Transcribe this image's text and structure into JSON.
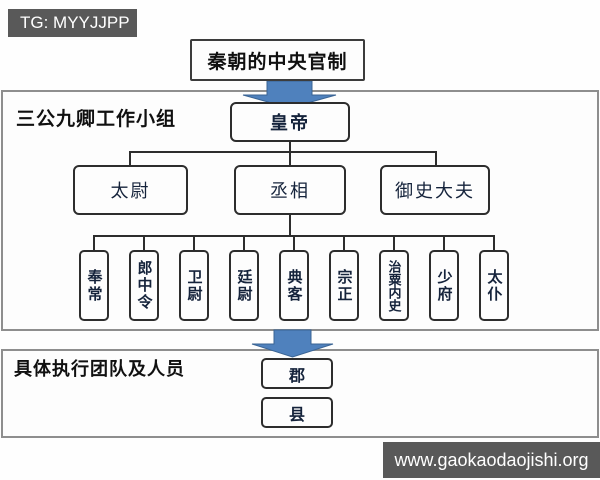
{
  "watermarks": {
    "top": "TG: MYYJJPP",
    "bottom": "www.gaokaodaojishi.org"
  },
  "title": "秦朝的中央官制",
  "sections": {
    "top": {
      "label": "三公九卿工作小组",
      "emperor": "皇帝",
      "three_lords": [
        "太尉",
        "丞相",
        "御史大夫"
      ],
      "nine_ministers": [
        "奉常",
        "郎中令",
        "卫尉",
        "廷尉",
        "典客",
        "宗正",
        "治粟内史",
        "少府",
        "太仆"
      ]
    },
    "bottom": {
      "label": "具体执行团队及人员",
      "levels": [
        "郡",
        "县"
      ]
    }
  },
  "colors": {
    "arrow_blue": "#4f81bd",
    "watermark_bg": "#595959",
    "panel_border": "#8e8e8e",
    "box_border": "#2d2d2d",
    "box_text": "#15233b"
  }
}
